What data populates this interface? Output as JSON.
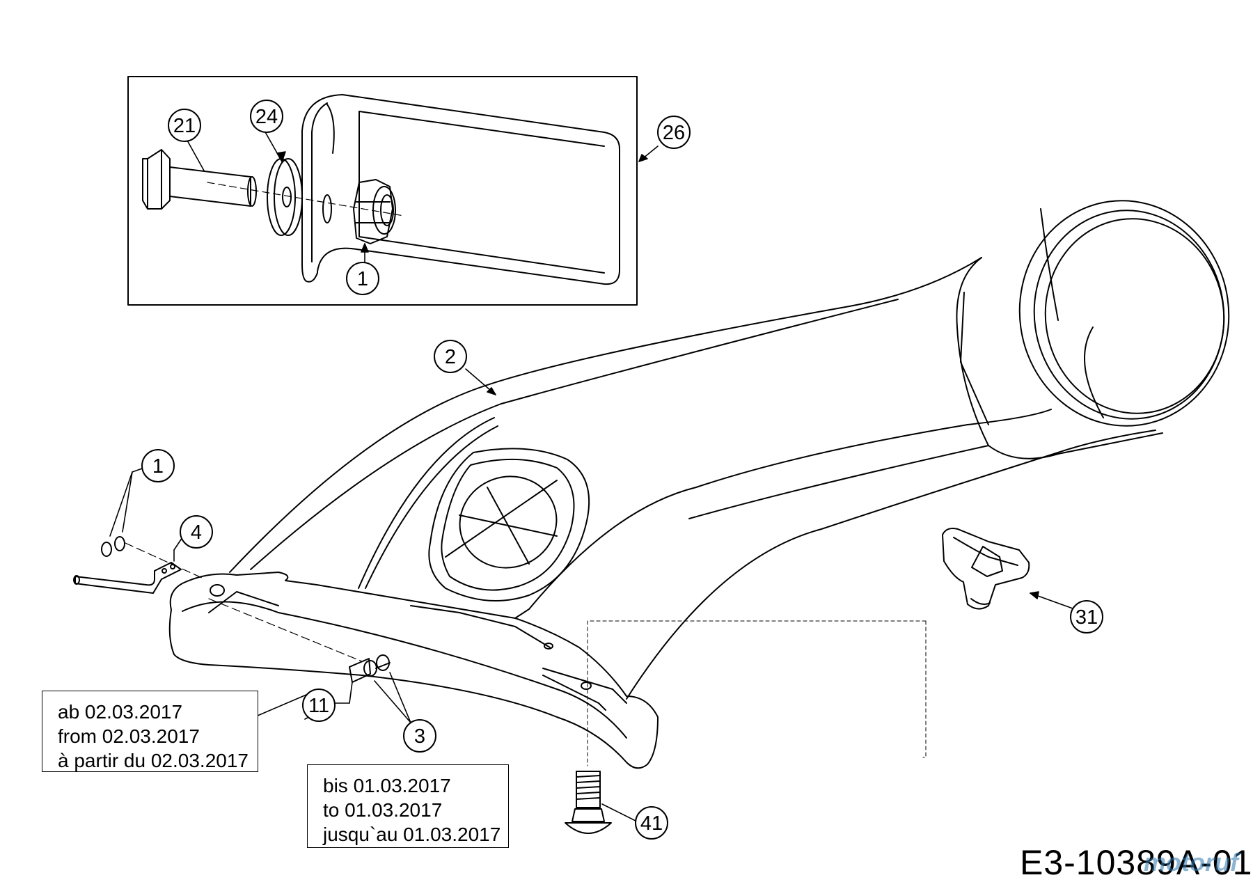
{
  "callouts": {
    "c21": "21",
    "c24": "24",
    "c26": "26",
    "c1_inset": "1",
    "c2": "2",
    "c1": "1",
    "c4": "4",
    "c31": "31",
    "c11": "11",
    "c3": "3",
    "c41": "41"
  },
  "notes": {
    "from_date": [
      "ab 02.03.2017",
      "from 02.03.2017",
      "à partir du 02.03.2017"
    ],
    "until_date": [
      "bis 01.03.2017",
      "to 01.03.2017",
      "jusqu`au 01.03.2017"
    ]
  },
  "drawing_id": "E3-10389A-01",
  "watermark": "motoruf"
}
